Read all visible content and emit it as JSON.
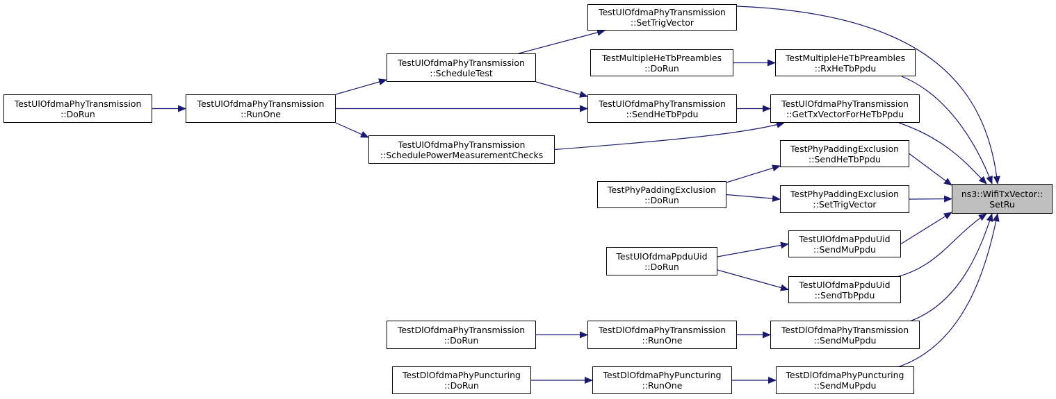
{
  "graph": {
    "edge_color": "#191970",
    "root_fill": "#bfbfbf",
    "nodes": [
      {
        "id": "root",
        "line1": "ns3::WifiTxVector::",
        "line2": "SetRu",
        "root": true
      },
      {
        "id": "ul_settrig",
        "line1": "TestUlOfdmaPhyTransmission",
        "line2": "::SetTrigVector"
      },
      {
        "id": "multi_rx",
        "line1": "TestMultipleHeTbPreambles",
        "line2": "::RxHeTbPpdu"
      },
      {
        "id": "multi_dorun",
        "line1": "TestMultipleHeTbPreambles",
        "line2": "::DoRun"
      },
      {
        "id": "ul_sched",
        "line1": "TestUlOfdmaPhyTransmission",
        "line2": "::ScheduleTest"
      },
      {
        "id": "ul_dorun",
        "line1": "TestUlOfdmaPhyTransmission",
        "line2": "::DoRun"
      },
      {
        "id": "ul_runone",
        "line1": "TestUlOfdmaPhyTransmission",
        "line2": "::RunOne"
      },
      {
        "id": "ul_sendhetb",
        "line1": "TestUlOfdmaPhyTransmission",
        "line2": "::SendHeTbPpdu"
      },
      {
        "id": "ul_gettx",
        "line1": "TestUlOfdmaPhyTransmission",
        "line2": "::GetTxVectorForHeTbPpdu"
      },
      {
        "id": "ul_power",
        "line1": "TestUlOfdmaPhyTransmission",
        "line2": "::SchedulePowerMeasurementChecks"
      },
      {
        "id": "pad_send",
        "line1": "TestPhyPaddingExclusion",
        "line2": "::SendHeTbPpdu"
      },
      {
        "id": "pad_dorun",
        "line1": "TestPhyPaddingExclusion",
        "line2": "::DoRun"
      },
      {
        "id": "pad_settrig",
        "line1": "TestPhyPaddingExclusion",
        "line2": "::SetTrigVector"
      },
      {
        "id": "uid_mu",
        "line1": "TestUlOfdmaPpduUid",
        "line2": "::SendMuPpdu"
      },
      {
        "id": "uid_dorun",
        "line1": "TestUlOfdmaPpduUid",
        "line2": "::DoRun"
      },
      {
        "id": "uid_tb",
        "line1": "TestUlOfdmaPpduUid",
        "line2": "::SendTbPpdu"
      },
      {
        "id": "dl_dorun",
        "line1": "TestDlOfdmaPhyTransmission",
        "line2": "::DoRun"
      },
      {
        "id": "dl_runone",
        "line1": "TestDlOfdmaPhyTransmission",
        "line2": "::RunOne"
      },
      {
        "id": "dl_sendmu",
        "line1": "TestDlOfdmaPhyTransmission",
        "line2": "::SendMuPpdu"
      },
      {
        "id": "dlp_dorun",
        "line1": "TestDlOfdmaPhyPuncturing",
        "line2": "::DoRun"
      },
      {
        "id": "dlp_runone",
        "line1": "TestDlOfdmaPhyPuncturing",
        "line2": "::RunOne"
      },
      {
        "id": "dlp_sendmu",
        "line1": "TestDlOfdmaPhyPuncturing",
        "line2": "::SendMuPpdu"
      }
    ],
    "edges": [
      {
        "from": "ul_settrig",
        "to": "root"
      },
      {
        "from": "multi_rx",
        "to": "root"
      },
      {
        "from": "ul_gettx",
        "to": "root"
      },
      {
        "from": "pad_send",
        "to": "root"
      },
      {
        "from": "pad_settrig",
        "to": "root"
      },
      {
        "from": "uid_mu",
        "to": "root"
      },
      {
        "from": "uid_tb",
        "to": "root"
      },
      {
        "from": "dl_sendmu",
        "to": "root"
      },
      {
        "from": "dlp_sendmu",
        "to": "root"
      },
      {
        "from": "ul_sched",
        "to": "ul_settrig"
      },
      {
        "from": "multi_dorun",
        "to": "multi_rx"
      },
      {
        "from": "ul_runone",
        "to": "ul_sched"
      },
      {
        "from": "ul_dorun",
        "to": "ul_runone"
      },
      {
        "from": "ul_sched",
        "to": "ul_sendhetb"
      },
      {
        "from": "ul_runone",
        "to": "ul_sendhetb"
      },
      {
        "from": "ul_runone",
        "to": "ul_power"
      },
      {
        "from": "ul_sendhetb",
        "to": "ul_gettx"
      },
      {
        "from": "ul_power",
        "to": "ul_gettx"
      },
      {
        "from": "pad_dorun",
        "to": "pad_send"
      },
      {
        "from": "pad_dorun",
        "to": "pad_settrig"
      },
      {
        "from": "uid_dorun",
        "to": "uid_mu"
      },
      {
        "from": "uid_dorun",
        "to": "uid_tb"
      },
      {
        "from": "dl_dorun",
        "to": "dl_runone"
      },
      {
        "from": "dl_runone",
        "to": "dl_sendmu"
      },
      {
        "from": "dlp_dorun",
        "to": "dlp_runone"
      },
      {
        "from": "dlp_runone",
        "to": "dlp_sendmu"
      }
    ]
  }
}
